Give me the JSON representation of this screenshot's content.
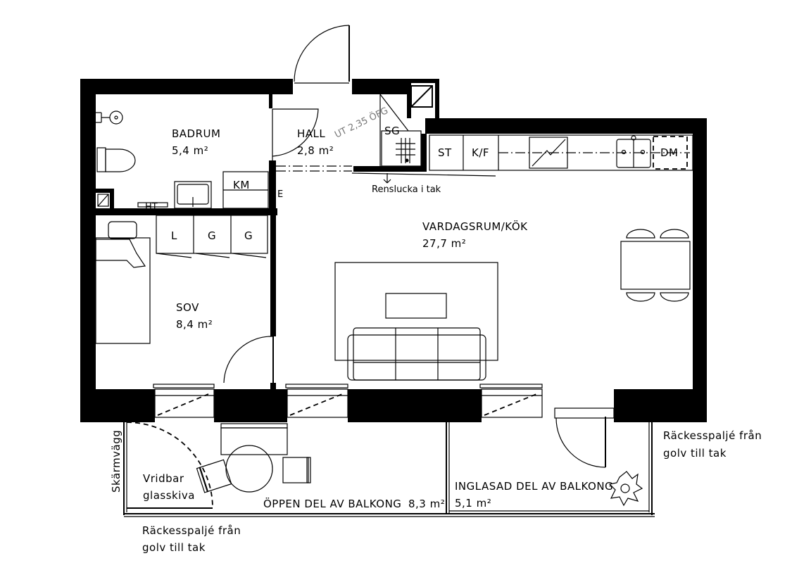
{
  "rooms": {
    "badrum": {
      "name": "BADRUM",
      "area": "5,4 m²"
    },
    "hall": {
      "name": "HALL",
      "area": "2,8 m²"
    },
    "vardagsrum": {
      "name": "VARDAGSRUM/KÖK",
      "area": "27,7 m²"
    },
    "sov": {
      "name": "SOV",
      "area": "8,4 m²"
    },
    "open_balcony": {
      "name": "ÖPPEN DEL AV BALKONG",
      "area": "8,3 m²"
    },
    "glazed_balcony": {
      "name": "INGLASAD DEL AV BALKONG",
      "area": "5,1 m²"
    }
  },
  "fixtures": {
    "sg": "SG",
    "st": "ST",
    "kf": "K/F",
    "dm": "DM",
    "km": "KM",
    "ht": "HT",
    "e": "E",
    "wardrobes": [
      "L",
      "G",
      "G"
    ]
  },
  "annotations": {
    "hatch_height": "UT 2,35 ÖFG",
    "renslucka": "Renslucka i tak",
    "screen_wall": "Skärmvägg",
    "pivot_glass": [
      "Vridbar",
      "glasskiva"
    ],
    "railing_right": [
      "Räckesspaljé från",
      "golv till tak"
    ],
    "railing_bottom": [
      "Räckesspaljé från",
      "golv till tak"
    ]
  }
}
